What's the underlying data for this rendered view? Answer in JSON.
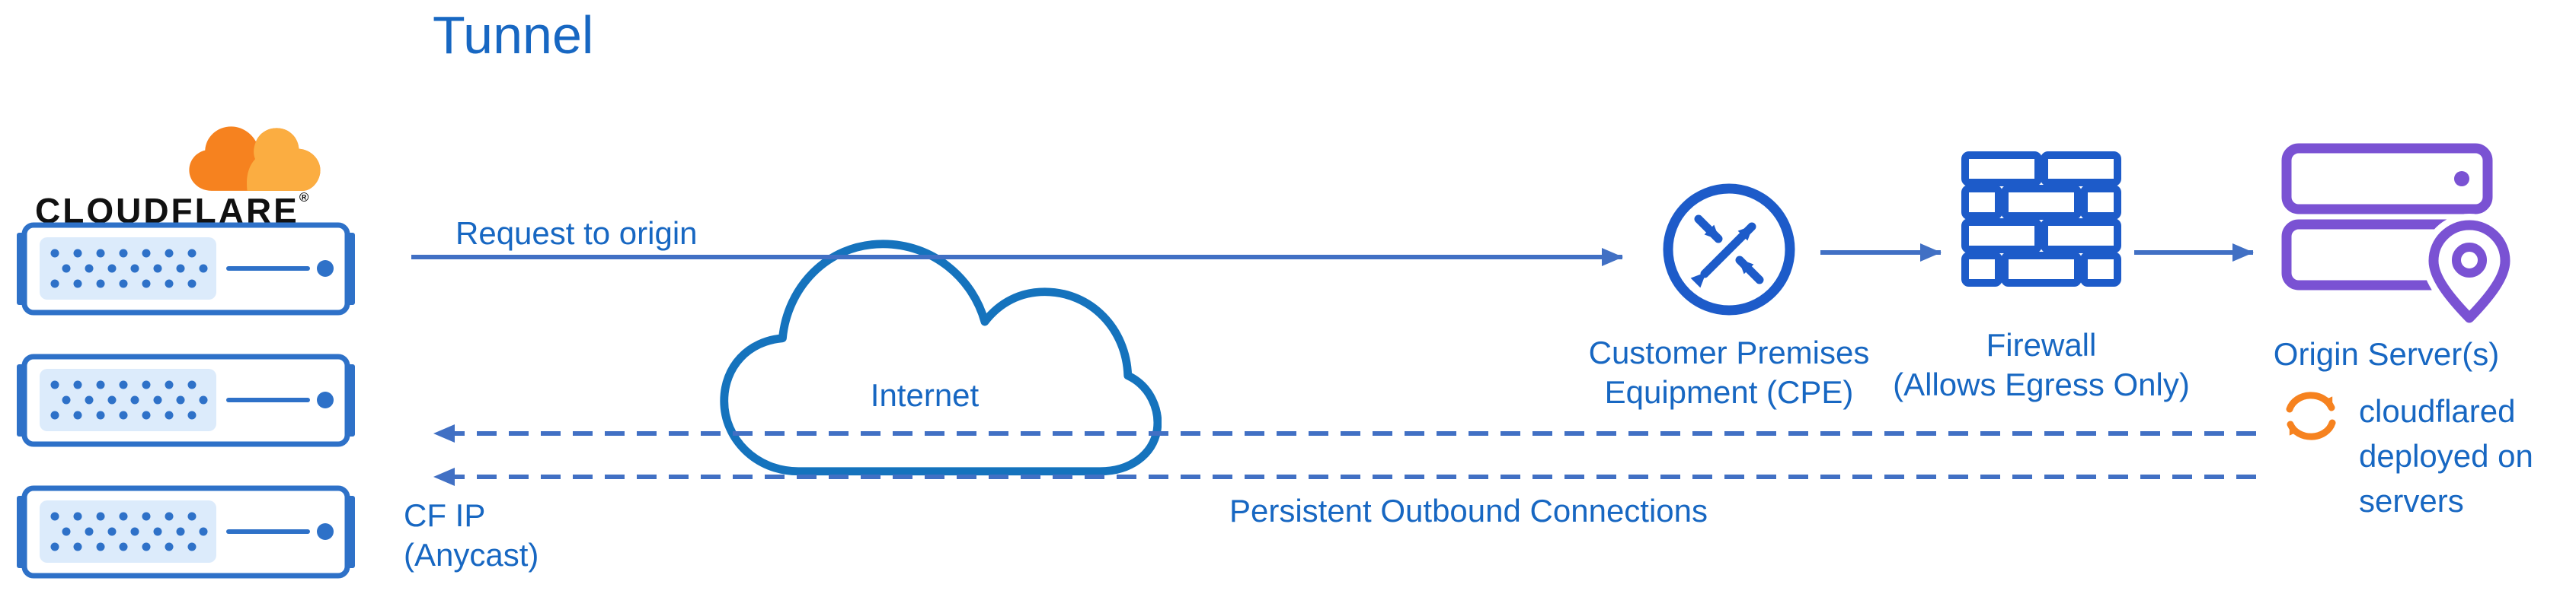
{
  "title": "Tunnel",
  "logo": {
    "wordmark": "CLOUDFLARE",
    "registered_mark": "®"
  },
  "labels": {
    "request_to_origin": "Request to origin",
    "internet": "Internet",
    "cpe": [
      "Customer Premises",
      "Equipment (CPE)"
    ],
    "firewall": [
      "Firewall",
      "(Allows Egress Only)"
    ],
    "origin_servers": "Origin Server(s)",
    "persistent_outbound": "Persistent Outbound Connections",
    "cf_ip": [
      "CF IP",
      "(Anycast)"
    ],
    "cloudflared": [
      "cloudflared",
      "deployed on",
      "servers"
    ]
  },
  "icons": {
    "cloudflare-logo-cloud-icon": "orange two-tone cloud",
    "edge-server-icon": "blue rack server unit (three stacked)",
    "internet-cloud-icon": "blue outlined cloud",
    "cpe-router-icon": "blue circle with crossing route arrows",
    "firewall-icon": "blue brick wall",
    "origin-server-icon": "purple server stack with location pin",
    "sync-icon": "orange circular refresh arrows"
  },
  "colors": {
    "text_blue": "#1767c2",
    "arrow_blue": "#4170c4",
    "internet_cloud_stroke": "#1573bd",
    "server_blue": "#2e71c8",
    "icon_blue": "#1d5bc9",
    "origin_purple": "#7a52d3",
    "cloudflare_orange": "#f6821f",
    "cloudflare_orange_light": "#fbad41",
    "wordmark_black": "#111111"
  }
}
